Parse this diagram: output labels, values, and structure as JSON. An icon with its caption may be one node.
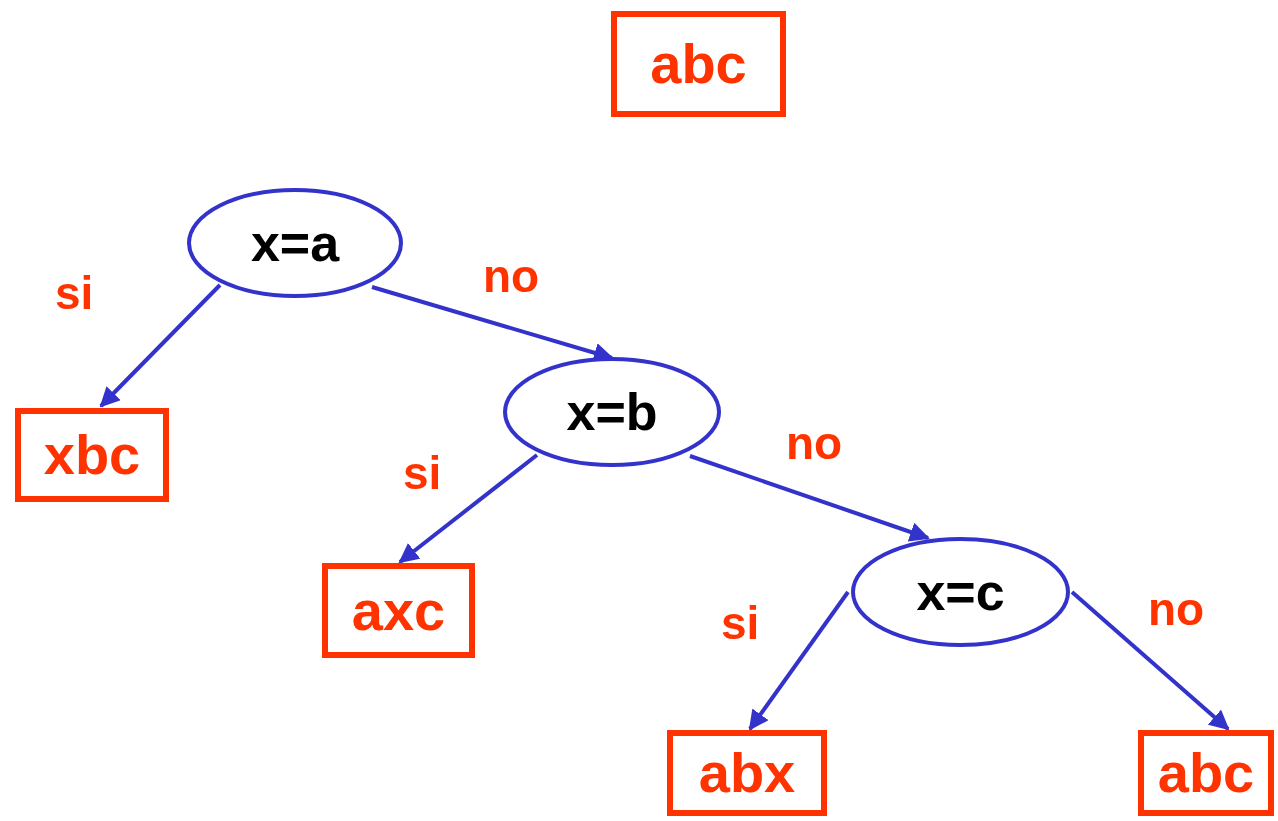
{
  "diagram": {
    "nodes": [
      {
        "text": [
          "abc"
        ]
      },
      {
        "text": [
          "x=a"
        ]
      },
      {
        "text": [
          "xbc"
        ]
      },
      {
        "text": [
          "x=b"
        ]
      },
      {
        "text": [
          "axc"
        ]
      },
      {
        "text": [
          "x=c"
        ]
      },
      {
        "text": [
          "abx"
        ]
      },
      {
        "text": [
          "abc"
        ]
      }
    ],
    "edges": [
      {
        "from": 1,
        "to": 2,
        "arrow": "to",
        "label": "si"
      },
      {
        "from": 1,
        "to": 3,
        "arrow": "to",
        "label": "no"
      },
      {
        "from": 3,
        "to": 4,
        "arrow": "to",
        "label": "si"
      },
      {
        "from": 3,
        "to": 5,
        "arrow": "to",
        "label": "no"
      },
      {
        "from": 5,
        "to": 6,
        "arrow": "to",
        "label": "si"
      },
      {
        "from": 5,
        "to": 7,
        "arrow": "to",
        "label": "no"
      }
    ]
  }
}
